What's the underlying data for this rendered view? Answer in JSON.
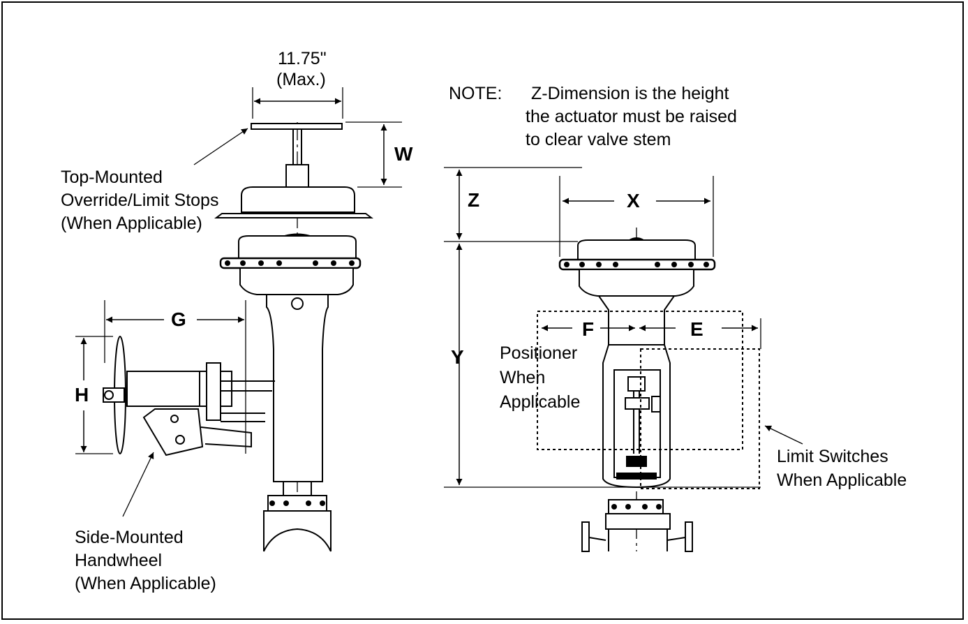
{
  "dimension_max_width": "11.75\"",
  "dimension_max_note": "(Max.)",
  "note": {
    "prefix": "NOTE:",
    "line1": "Z-Dimension is the height",
    "line2": "the actuator must be raised",
    "line3": "to clear valve stem"
  },
  "labels": {
    "top_mounted": [
      "Top-Mounted",
      "Override/Limit Stops",
      "(When Applicable)"
    ],
    "side_mounted": [
      "Side-Mounted",
      "Handwheel",
      "(When Applicable)"
    ],
    "positioner": [
      "Positioner",
      "When",
      "Applicable"
    ],
    "limit_switches": [
      "Limit Switches",
      "When Applicable"
    ]
  },
  "dimensions": {
    "w": "W",
    "z": "Z",
    "x": "X",
    "y": "Y",
    "g": "G",
    "h": "H",
    "f": "F",
    "e": "E"
  }
}
